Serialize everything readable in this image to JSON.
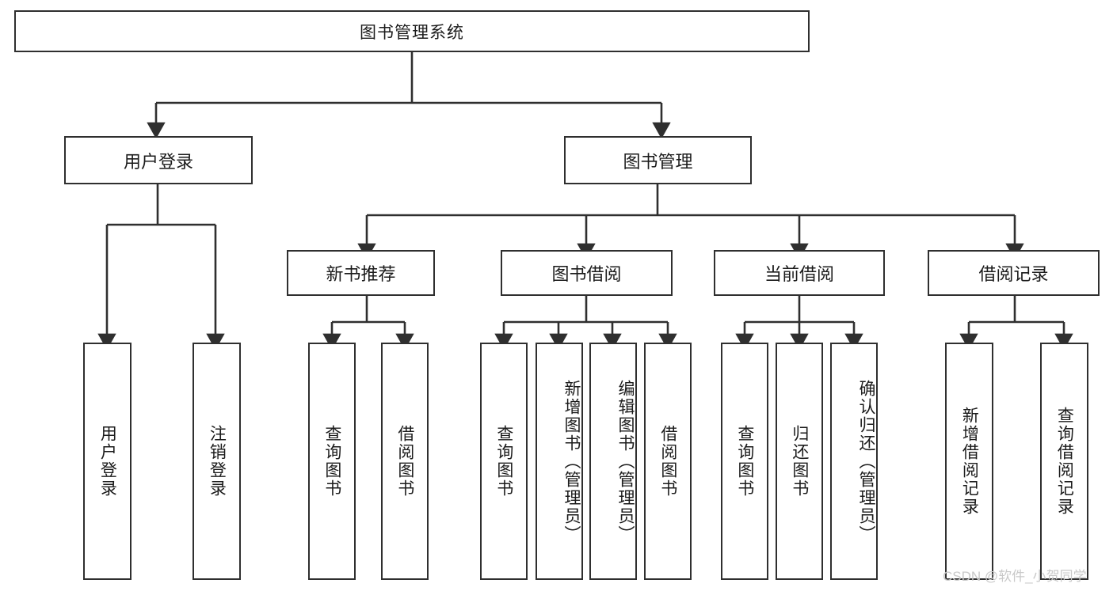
{
  "diagram": {
    "type": "tree",
    "title": "图书管理系统",
    "root": {
      "label": "图书管理系统"
    },
    "level1": [
      {
        "label": "用户登录"
      },
      {
        "label": "图书管理"
      }
    ],
    "level2": [
      {
        "label": "新书推荐"
      },
      {
        "label": "图书借阅"
      },
      {
        "label": "当前借阅"
      },
      {
        "label": "借阅记录"
      }
    ],
    "leaves": {
      "user_login": [
        {
          "label": "用户登录"
        },
        {
          "label": "注销登录"
        }
      ],
      "new_book_recommend": [
        {
          "label": "查询图书"
        },
        {
          "label": "借阅图书"
        }
      ],
      "book_borrow": [
        {
          "label": "查询图书"
        },
        {
          "label": "新增图书（管理员）"
        },
        {
          "label": "编辑图书（管理员）"
        },
        {
          "label": "借阅图书"
        }
      ],
      "current_borrow": [
        {
          "label": "查询图书"
        },
        {
          "label": "归还图书"
        },
        {
          "label": "确认归还（管理员）"
        }
      ],
      "borrow_record": [
        {
          "label": "新增借阅记录"
        },
        {
          "label": "查询借阅记录"
        }
      ]
    },
    "colors": {
      "stroke": "#2f2f2f",
      "fill": "#ffffff",
      "text": "#1b1b1b",
      "watermark": "#c9c9c9"
    }
  },
  "watermark": {
    "text": "CSDN @软件_小贺同学"
  }
}
